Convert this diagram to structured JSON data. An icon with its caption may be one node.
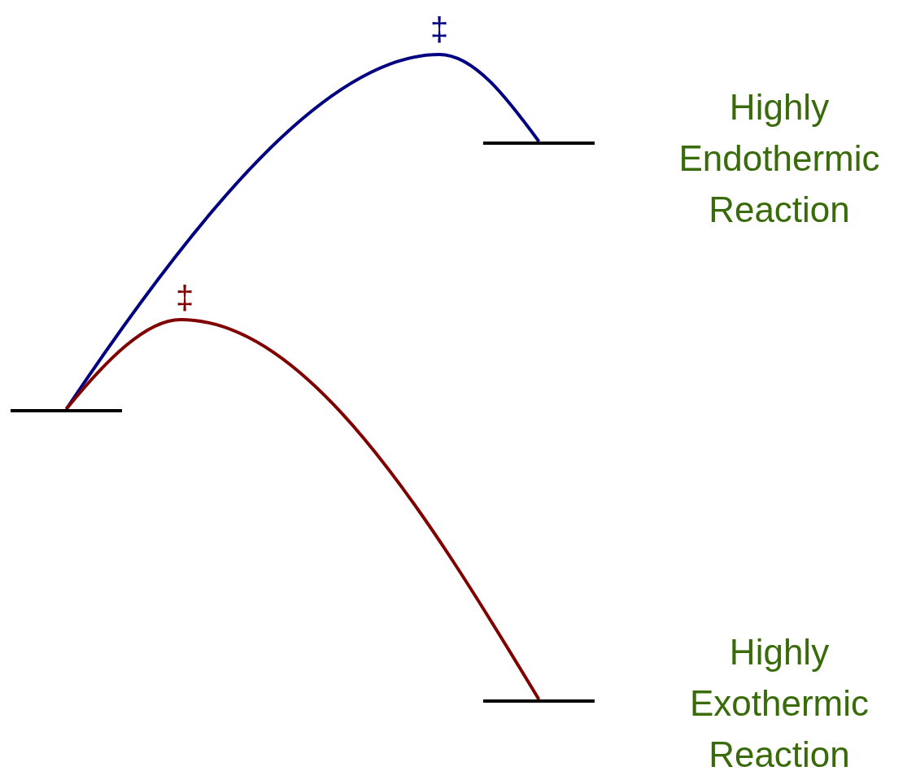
{
  "diagram": {
    "nodes": [
      {
        "text": [],
        "shape": "bar"
      },
      {
        "text": [],
        "shape": "bar",
        "beside": [
          "Highly Endothermic Reaction"
        ]
      },
      {
        "text": [],
        "shape": "bar",
        "beside": [
          "Highly Exothermic Reaction"
        ]
      }
    ],
    "edges": [
      {
        "from": 0,
        "to": 1,
        "arrow": "none",
        "color": "#000080"
      },
      {
        "from": 0,
        "to": 2,
        "arrow": "none",
        "color": "#800000"
      }
    ],
    "labels": [
      "‡",
      "‡"
    ]
  }
}
